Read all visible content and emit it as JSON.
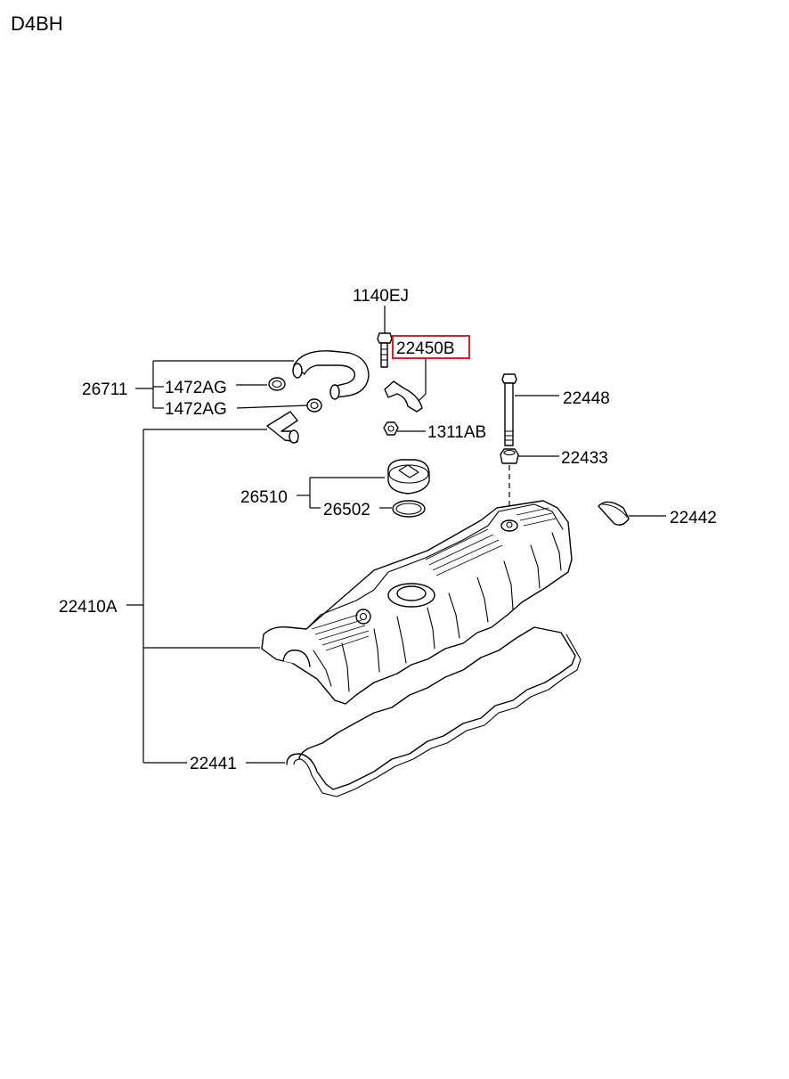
{
  "diagram": {
    "title": "D4BH",
    "highlight_color": "#e02020",
    "labels": {
      "bolt_1140ej": "1140EJ",
      "bracket_22450b": "22450B",
      "hose_26711": "26711",
      "clamp_1472ag_a": "1472AG",
      "clamp_1472ag_b": "1472AG",
      "nut_1311ab": "1311AB",
      "bolt_22448": "22448",
      "washer_22433": "22433",
      "plug_22442": "22442",
      "cap_26510": "26510",
      "seal_26502": "26502",
      "cover_22410a": "22410A",
      "gasket_22441": "22441"
    },
    "highlighted": "22450B"
  }
}
